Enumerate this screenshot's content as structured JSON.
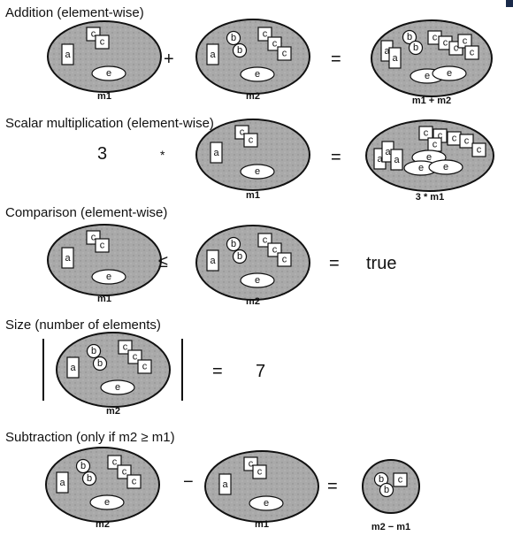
{
  "sections": [
    {
      "title": "Addition (element-wise)",
      "operator": "+",
      "equals": "=",
      "labels": {
        "left": "m1",
        "middle": "m2",
        "result": "m1 + m2"
      }
    },
    {
      "title": "Scalar multiplication (element-wise)",
      "scalar": "3",
      "operator": "*",
      "equals": "=",
      "labels": {
        "middle": "m1",
        "result": "3 * m1"
      }
    },
    {
      "title": "Comparison (element-wise)",
      "operator": "≤",
      "equals": "=",
      "result_text": "true",
      "labels": {
        "left": "m1",
        "middle": "m2"
      }
    },
    {
      "title": "Size (number of elements)",
      "equals": "=",
      "result_text": "7",
      "labels": {
        "middle": "m2"
      }
    },
    {
      "title": "Subtraction (only if m2 ≥ m1)",
      "operator": "−",
      "equals": "=",
      "labels": {
        "left": "m2",
        "middle": "m1",
        "result": "m2 − m1"
      }
    }
  ],
  "element_letters": {
    "a": "a",
    "b": "b",
    "c": "c",
    "e": "e"
  },
  "colors": {
    "bag_fill": "#a9a9a9",
    "ink": "#111111",
    "paper": "#ffffff"
  }
}
